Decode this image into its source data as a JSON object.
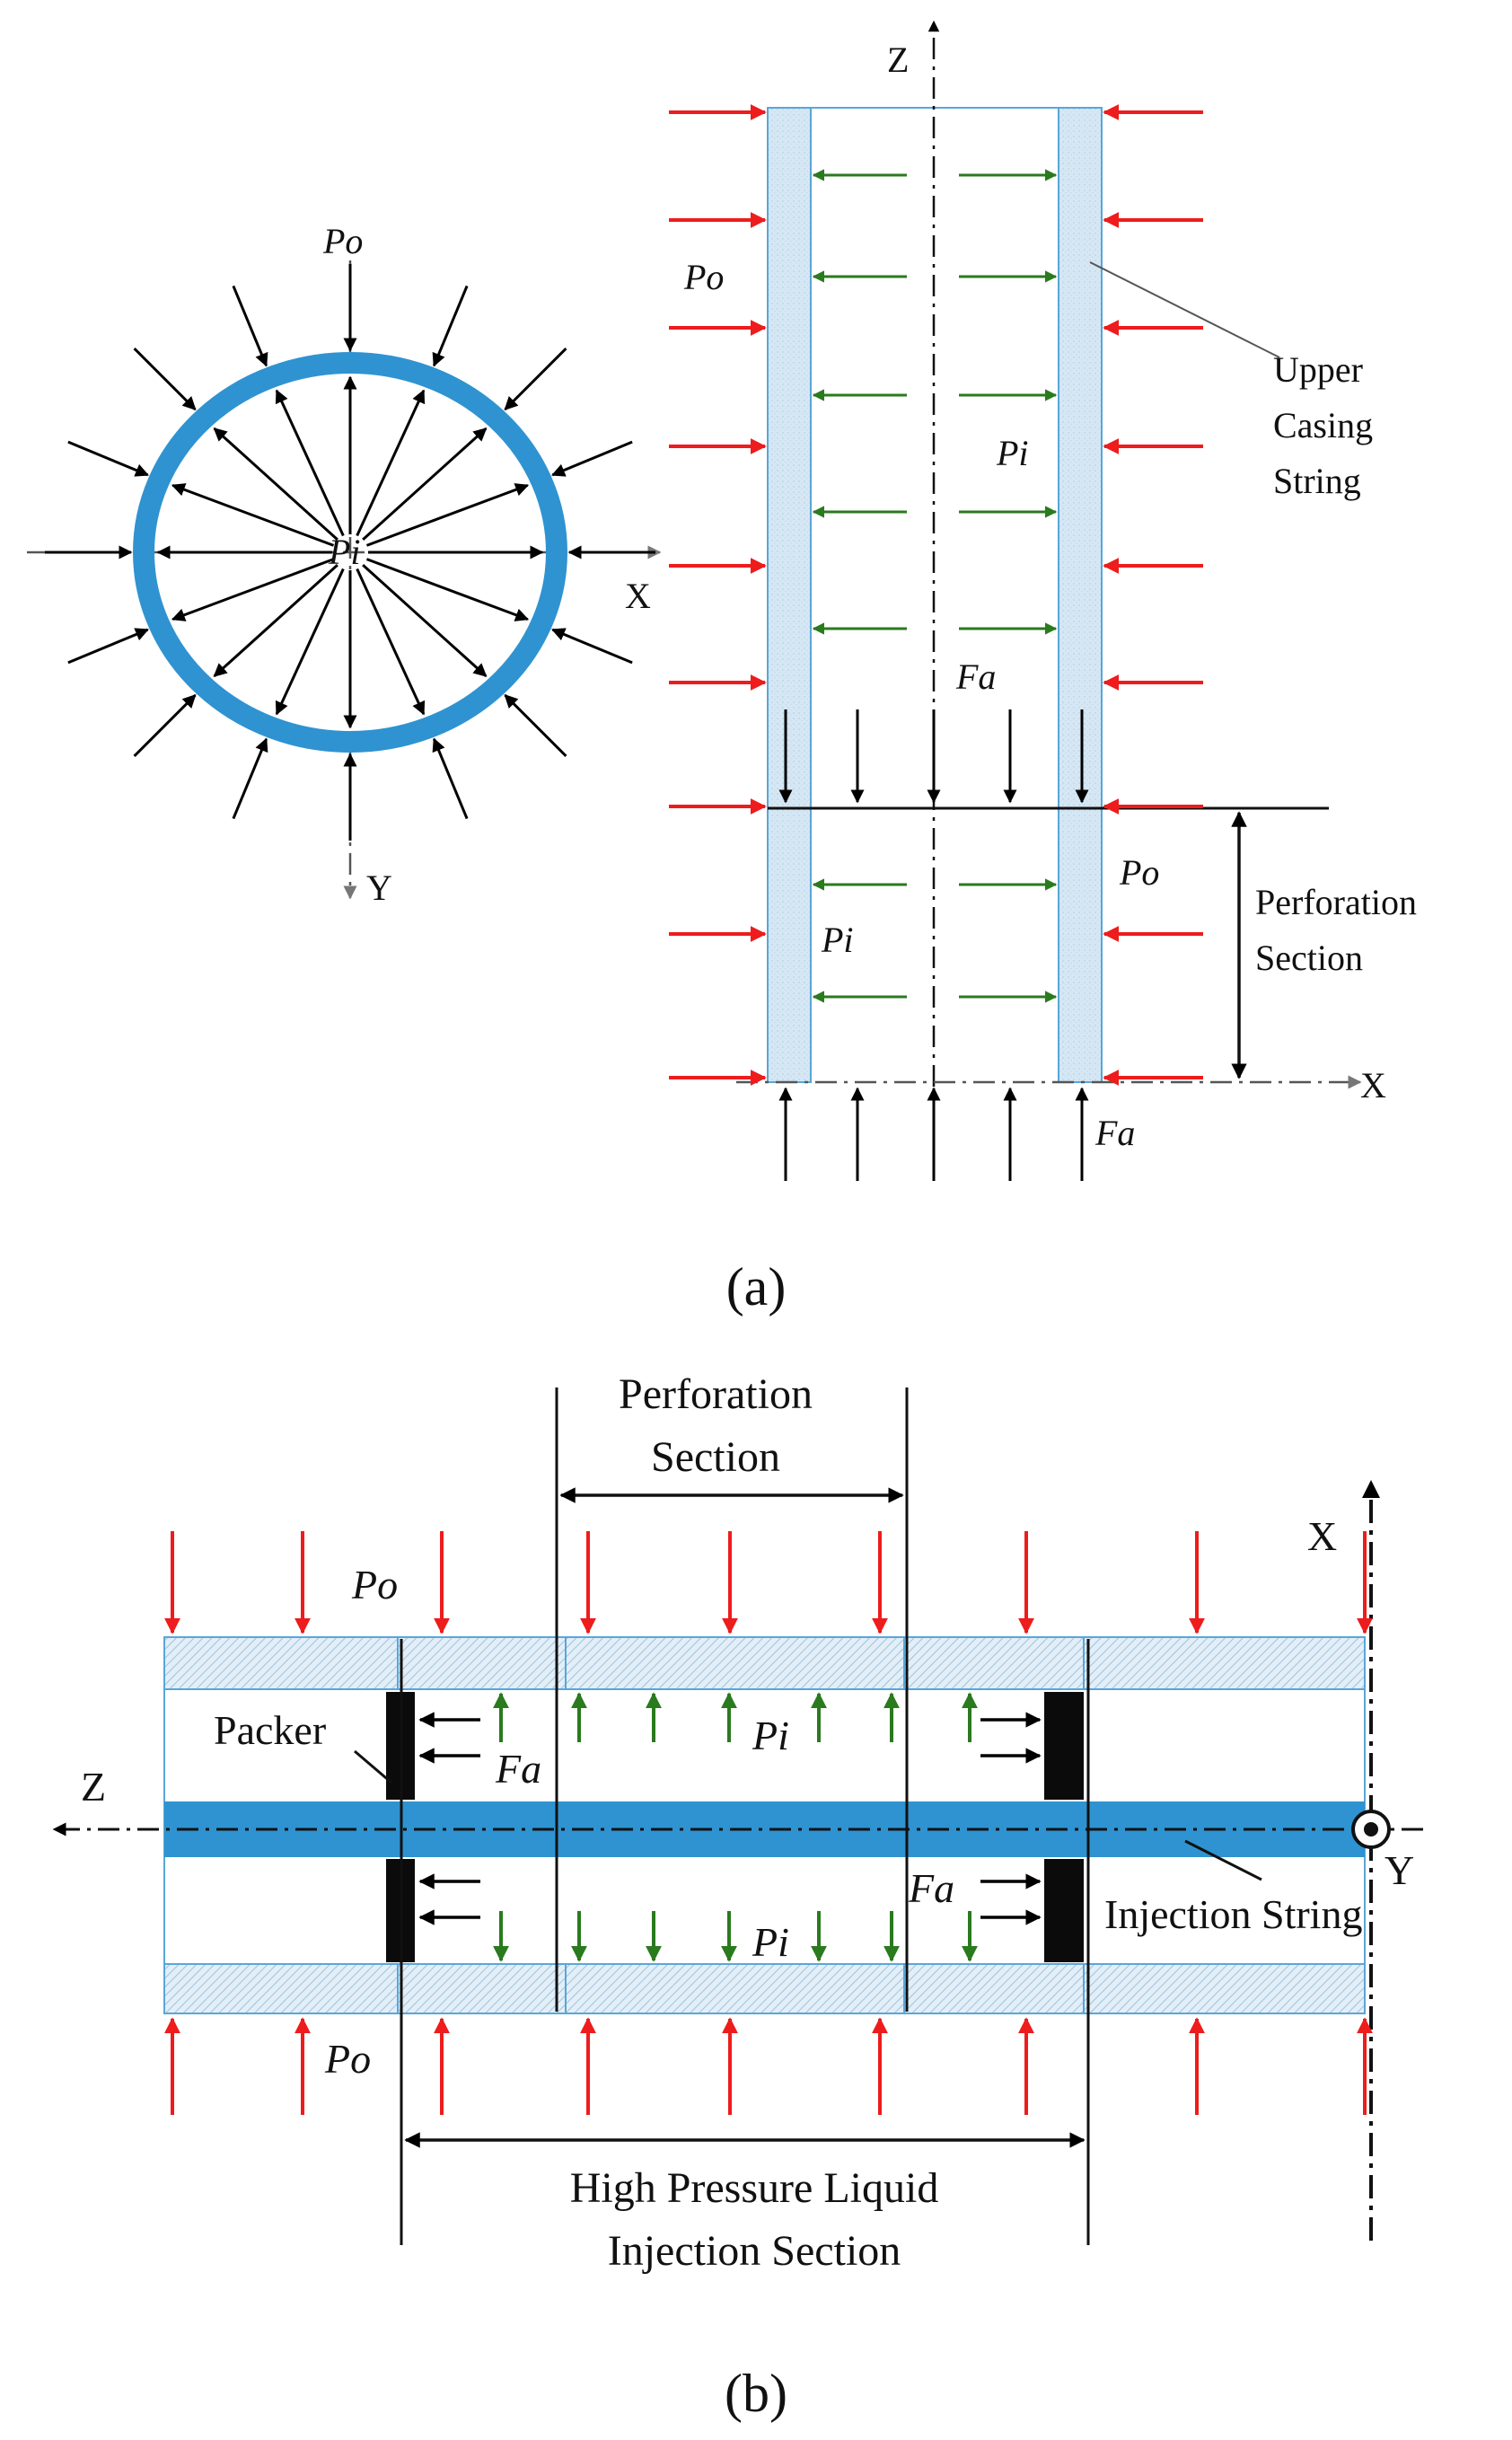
{
  "panel_a": {
    "ring_view": {
      "po": "Po",
      "pi": "Pi",
      "axis_x": "X",
      "axis_y": "Y"
    },
    "casing_view": {
      "axis_z": "Z",
      "axis_x": "X",
      "po_upper": "Po",
      "pi_upper": "Pi",
      "fa_upper": "Fa",
      "po_lower": "Po",
      "pi_lower": "Pi",
      "fa_lower": "Fa",
      "upper_casing_label": [
        "Upper",
        "Casing",
        "String"
      ],
      "perforation_label": [
        "Perforation",
        "Section"
      ]
    },
    "caption": "(a)"
  },
  "panel_b": {
    "perforation_label": [
      "Perforation",
      "Section"
    ],
    "axis_x": "X",
    "axis_z": "Z",
    "axis_y": "Y",
    "po_top": "Po",
    "po_bottom": "Po",
    "pi_top": "Pi",
    "pi_bottom": "Pi",
    "fa_top": "Fa",
    "fa_bottom": "Fa",
    "packer_label": "Packer",
    "injection_string_label": "Injection String",
    "hp_label": [
      "High Pressure Liquid",
      "Injection Section"
    ],
    "caption": "(b)"
  },
  "colors": {
    "ring": "#2f93d1",
    "wall_fill": "#d4e6f3",
    "wall_stroke": "#5aa6d8",
    "external_arrow": "#ee1c1c",
    "internal_arrow": "#2a7a1e",
    "packer": "#0b0b0b",
    "line": "#000000"
  }
}
